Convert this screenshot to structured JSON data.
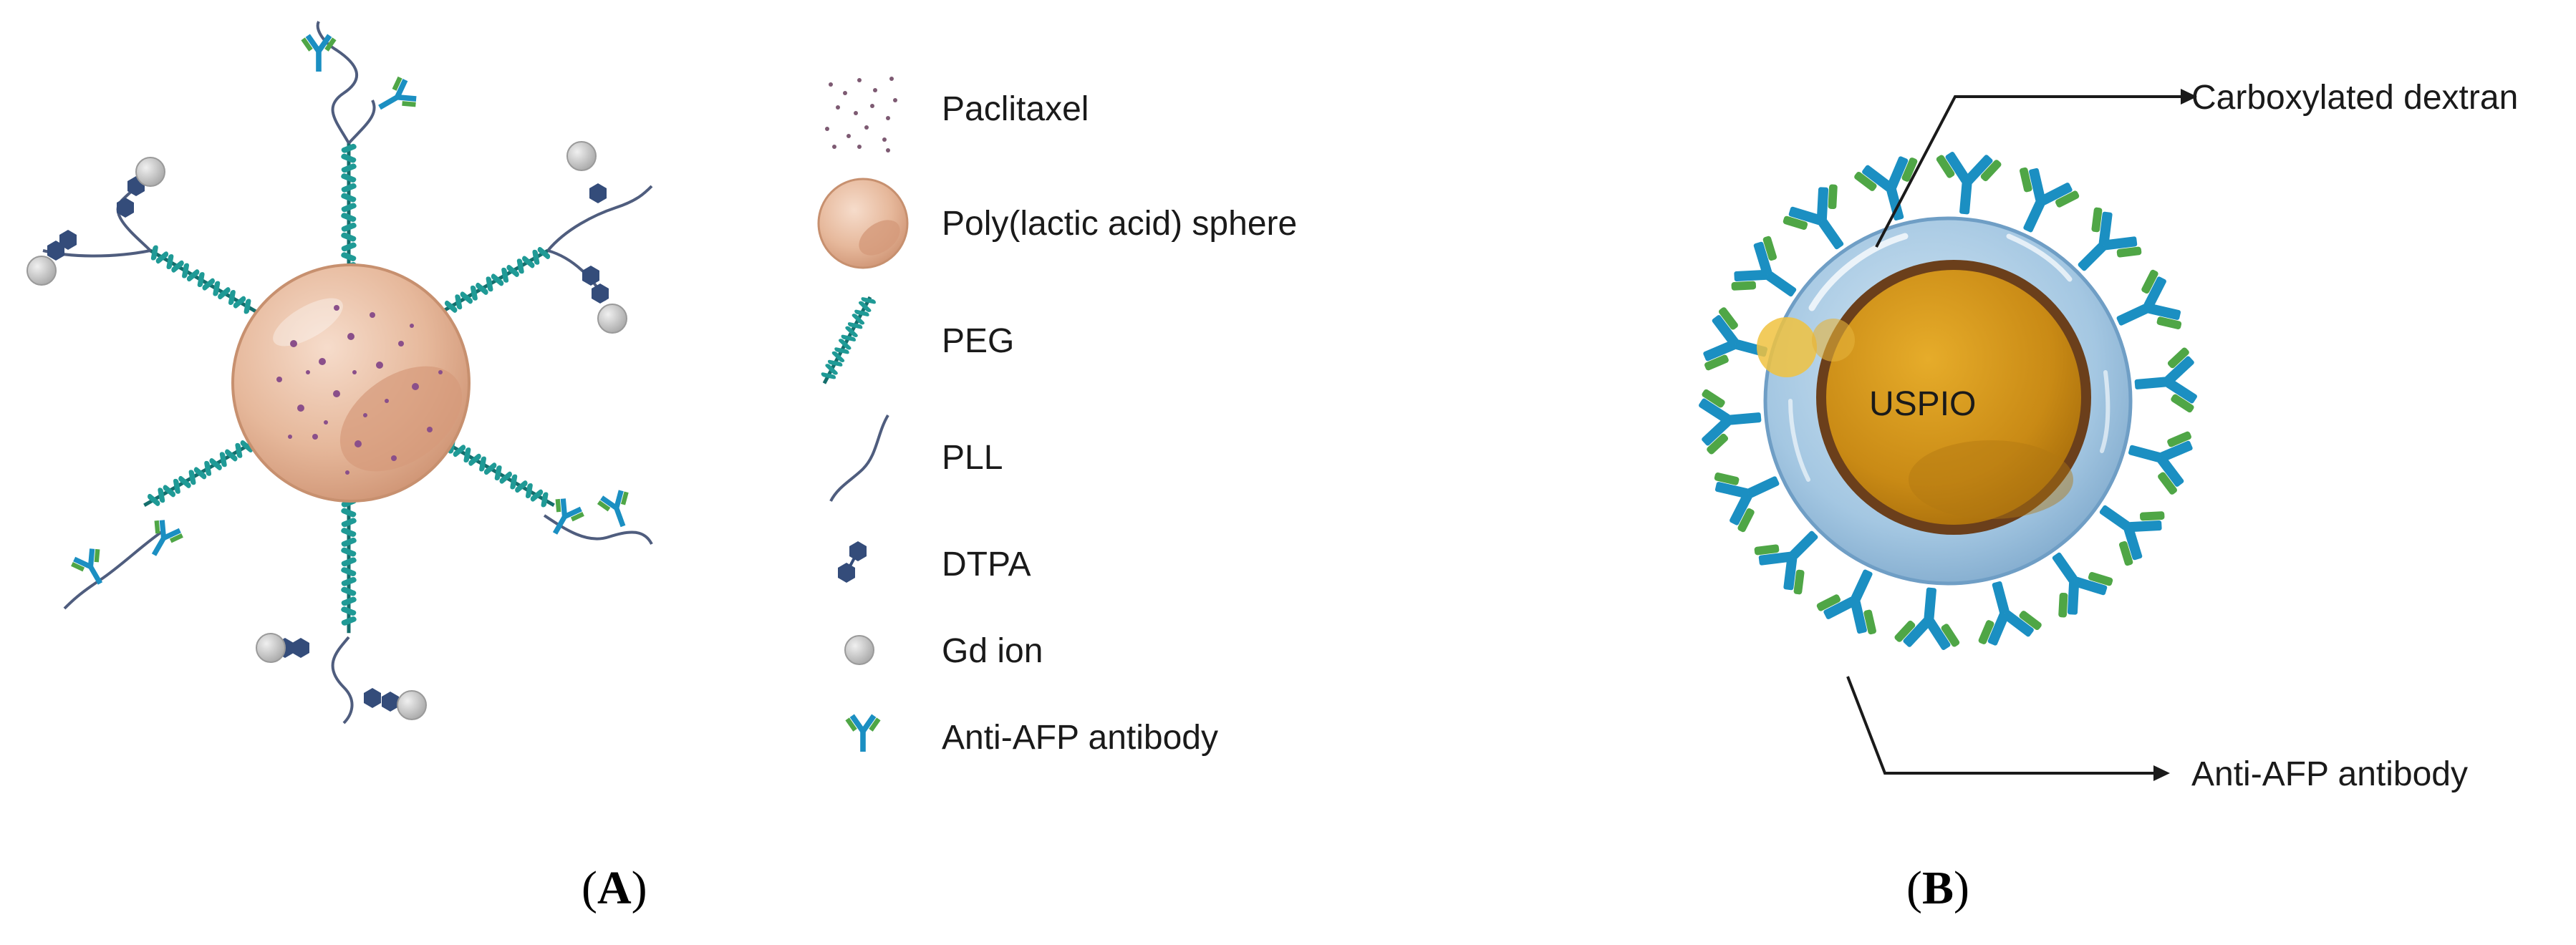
{
  "legend": {
    "items": [
      {
        "label": "Paclitaxel",
        "icon": "paclitaxel-dots-icon"
      },
      {
        "label": "Poly(lactic acid) sphere",
        "icon": "pla-sphere-icon"
      },
      {
        "label": "PEG",
        "icon": "peg-chain-icon"
      },
      {
        "label": "PLL",
        "icon": "pll-strand-icon"
      },
      {
        "label": "DTPA",
        "icon": "dtpa-hexagon-icon"
      },
      {
        "label": "Gd ion",
        "icon": "gd-ion-icon"
      },
      {
        "label": "Anti-AFP antibody",
        "icon": "antibody-icon"
      }
    ]
  },
  "panel_a": {
    "label_open": "(",
    "label_letter": "A",
    "label_close": ")"
  },
  "panel_b": {
    "label_open": "(",
    "label_letter": "B",
    "label_close": ")",
    "core_label": "USPIO",
    "callout_top": "Carboxylated dextran",
    "callout_bottom": "Anti-AFP antibody"
  },
  "colors": {
    "pla_sphere": "#e3b395",
    "peg": "#1d8f8c",
    "pll": "#4f5d7e",
    "dtpa": "#344c7a",
    "gd_ion": "#c8c8c8",
    "antibody_blue": "#1b8fc2",
    "antibody_green": "#4fa646",
    "dextran_shell": "#a9cbe4",
    "uspio_core": "#c88a17",
    "uspio_rim": "#6b3f1b"
  }
}
